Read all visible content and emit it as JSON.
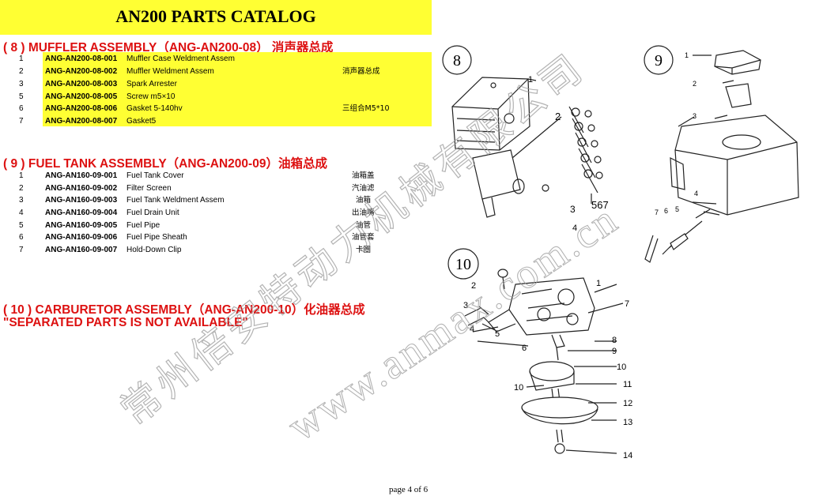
{
  "header": {
    "title": "AN200 PARTS CATALOG"
  },
  "sections": [
    {
      "heading": "( 8 ) MUFFLER ASSEMBLY（ANG-AN200-08） 消声器总成",
      "parts": [
        {
          "no": "1",
          "code": "ANG-AN200-08-001",
          "desc": "Muffler Case Weldment Assem",
          "cn": ""
        },
        {
          "no": "2",
          "code": "ANG-AN200-08-002",
          "desc": "Muffler Weldment Assem",
          "cn": "消声器总成"
        },
        {
          "no": "3",
          "code": "ANG-AN200-08-003",
          "desc": "Spark Arrester",
          "cn": ""
        },
        {
          "no": "5",
          "code": "ANG-AN200-08-005",
          "desc": "Screw m5×10",
          "cn": ""
        },
        {
          "no": "6",
          "code": "ANG-AN200-08-006",
          "desc": "Gasket 5-140hv",
          "cn": "三组合M5*10"
        },
        {
          "no": "7",
          "code": "ANG-AN200-08-007",
          "desc": "Gasket5",
          "cn": ""
        }
      ]
    },
    {
      "heading": "( 9 ) FUEL TANK ASSEMBLY（ANG-AN200-09）油箱总成",
      "parts": [
        {
          "no": "1",
          "code": "ANG-AN160-09-001",
          "desc": "Fuel Tank Cover",
          "cn": "油箱盖"
        },
        {
          "no": "2",
          "code": "ANG-AN160-09-002",
          "desc": "Filter Screen",
          "cn": "汽油滤"
        },
        {
          "no": "3",
          "code": "ANG-AN160-09-003",
          "desc": "Fuel Tank Weldment Assem",
          "cn": "油箱"
        },
        {
          "no": "4",
          "code": "ANG-AN160-09-004",
          "desc": "Fuel Drain Unit",
          "cn": "出油嘴"
        },
        {
          "no": "5",
          "code": "ANG-AN160-09-005",
          "desc": "Fuel Pipe",
          "cn": "油管"
        },
        {
          "no": "6",
          "code": "ANG-AN160-09-006",
          "desc": "Fuel Pipe Sheath",
          "cn": "油管套"
        },
        {
          "no": "7",
          "code": "ANG-AN160-09-007",
          "desc": "Hold-Down Clip",
          "cn": "卡圈"
        }
      ]
    },
    {
      "heading": "( 10 ) CARBURETOR ASSEMBLY（ANG-AN200-10）化油器总成",
      "note": "\"SEPARATED PARTS IS NOT AVAILABLE\""
    }
  ],
  "diagram": {
    "badges": [
      "8",
      "9",
      "10"
    ],
    "callouts_8": [
      "1",
      "2",
      "567",
      "3",
      "4"
    ],
    "callouts_9": [
      "1",
      "2",
      "3",
      "4",
      "7",
      "6",
      "5"
    ],
    "callouts_10": [
      "1",
      "2",
      "3",
      "4",
      "5",
      "6",
      "7",
      "8",
      "9",
      "10",
      "10",
      "11",
      "12",
      "13",
      "14"
    ]
  },
  "watermark": {
    "cn": "常州倍安特动力机械有限公司",
    "url": "www.anmax.com.cn"
  },
  "footer": {
    "page": "page 4 of 6"
  },
  "colors": {
    "highlight": "#ffff33",
    "heading_red": "#dd1111"
  }
}
